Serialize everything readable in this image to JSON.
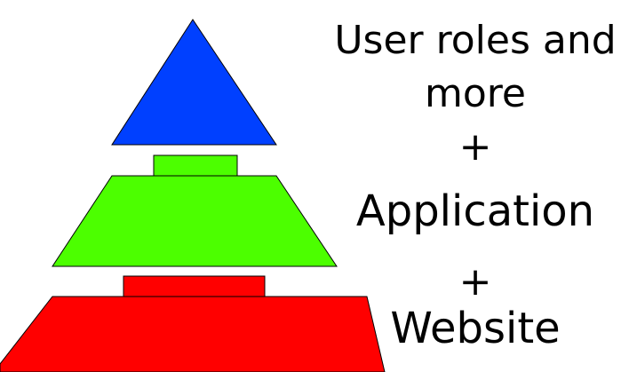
{
  "layers": [
    {
      "name": "top",
      "color": "#0040ff"
    },
    {
      "name": "middle",
      "color": "#4cff00"
    },
    {
      "name": "bottom",
      "color": "#ff0000"
    }
  ],
  "labels": {
    "line1": "User roles and",
    "line2": "more",
    "plus1": "+",
    "application": "Application",
    "plus2": "+",
    "website": "Website"
  }
}
